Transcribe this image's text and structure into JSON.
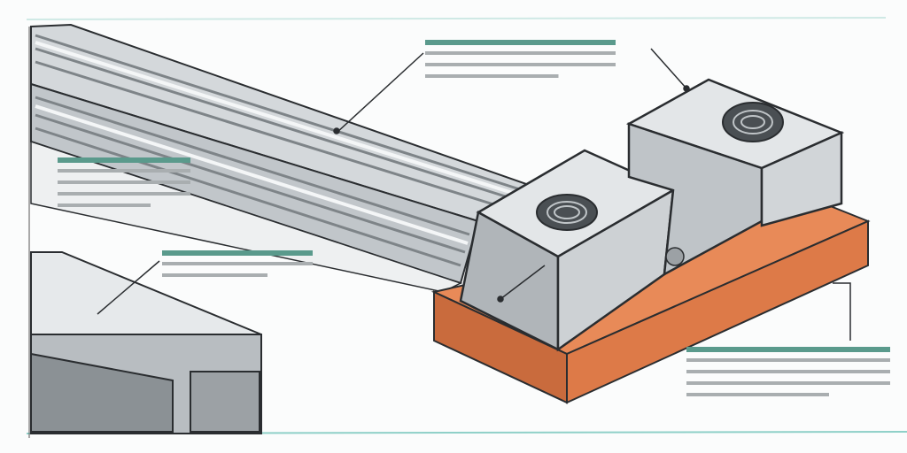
{
  "colors": {
    "background": "#fbfcfc",
    "metal_light": "#e3e6e8",
    "metal_mid": "#b9bec2",
    "metal_dark": "#6e7478",
    "outline": "#2a2d30",
    "copper": "#e07a48",
    "copper_dark": "#b85a30",
    "label_heading": "#5a9a8c",
    "label_text": "#a9aeb0",
    "frame_accent": "#8fd0c8"
  },
  "callouts": [
    {
      "id": "top-center",
      "lines": 4
    },
    {
      "id": "left-upper",
      "lines": 5
    },
    {
      "id": "left-middle",
      "lines": 3
    },
    {
      "id": "bottom-right",
      "lines": 5
    },
    {
      "id": "top-right-pointer",
      "lines": 0
    }
  ]
}
